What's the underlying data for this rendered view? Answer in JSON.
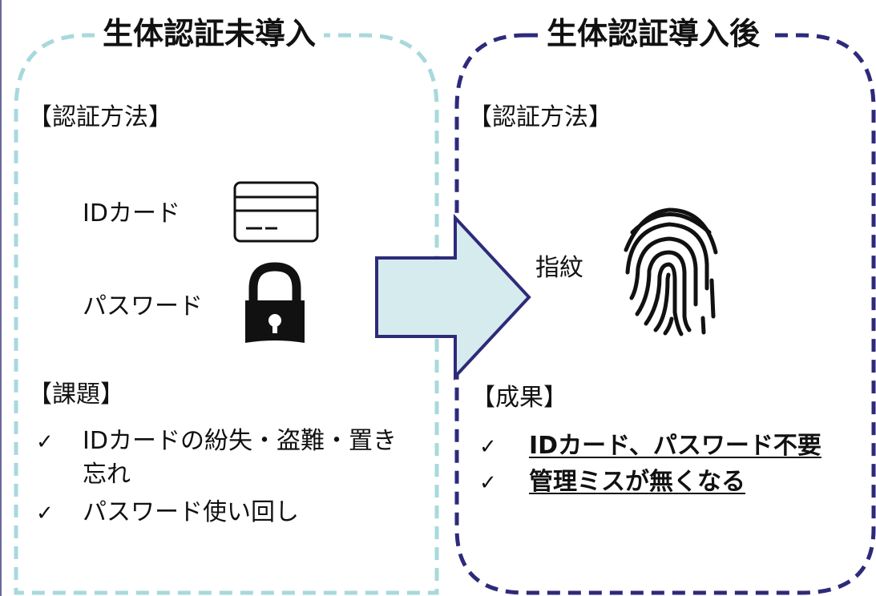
{
  "colors": {
    "before_border": "#a8d8dc",
    "after_border": "#2e2a7a",
    "arrow_fill": "#d6ebee",
    "arrow_stroke": "#2e2a7a"
  },
  "before": {
    "title": "生体認証未導入",
    "method_heading": "【認証方法】",
    "methods": [
      {
        "label": "IDカード",
        "icon": "id-card-icon"
      },
      {
        "label": "パスワード",
        "icon": "padlock-icon"
      }
    ],
    "issues_heading": "【課題】",
    "issues": [
      {
        "line1": "IDカードの紛失・盗難・置き",
        "line2": "忘れ"
      },
      {
        "line1": "パスワード使い回し",
        "line2": ""
      }
    ]
  },
  "after": {
    "title": "生体認証導入後",
    "method_heading": "【認証方法】",
    "method": {
      "label": "指紋",
      "icon": "fingerprint-icon"
    },
    "results_heading": "【成果】",
    "results": [
      "IDカード、パスワード不要",
      "管理ミスが無くなる"
    ]
  },
  "check_mark": "✓"
}
